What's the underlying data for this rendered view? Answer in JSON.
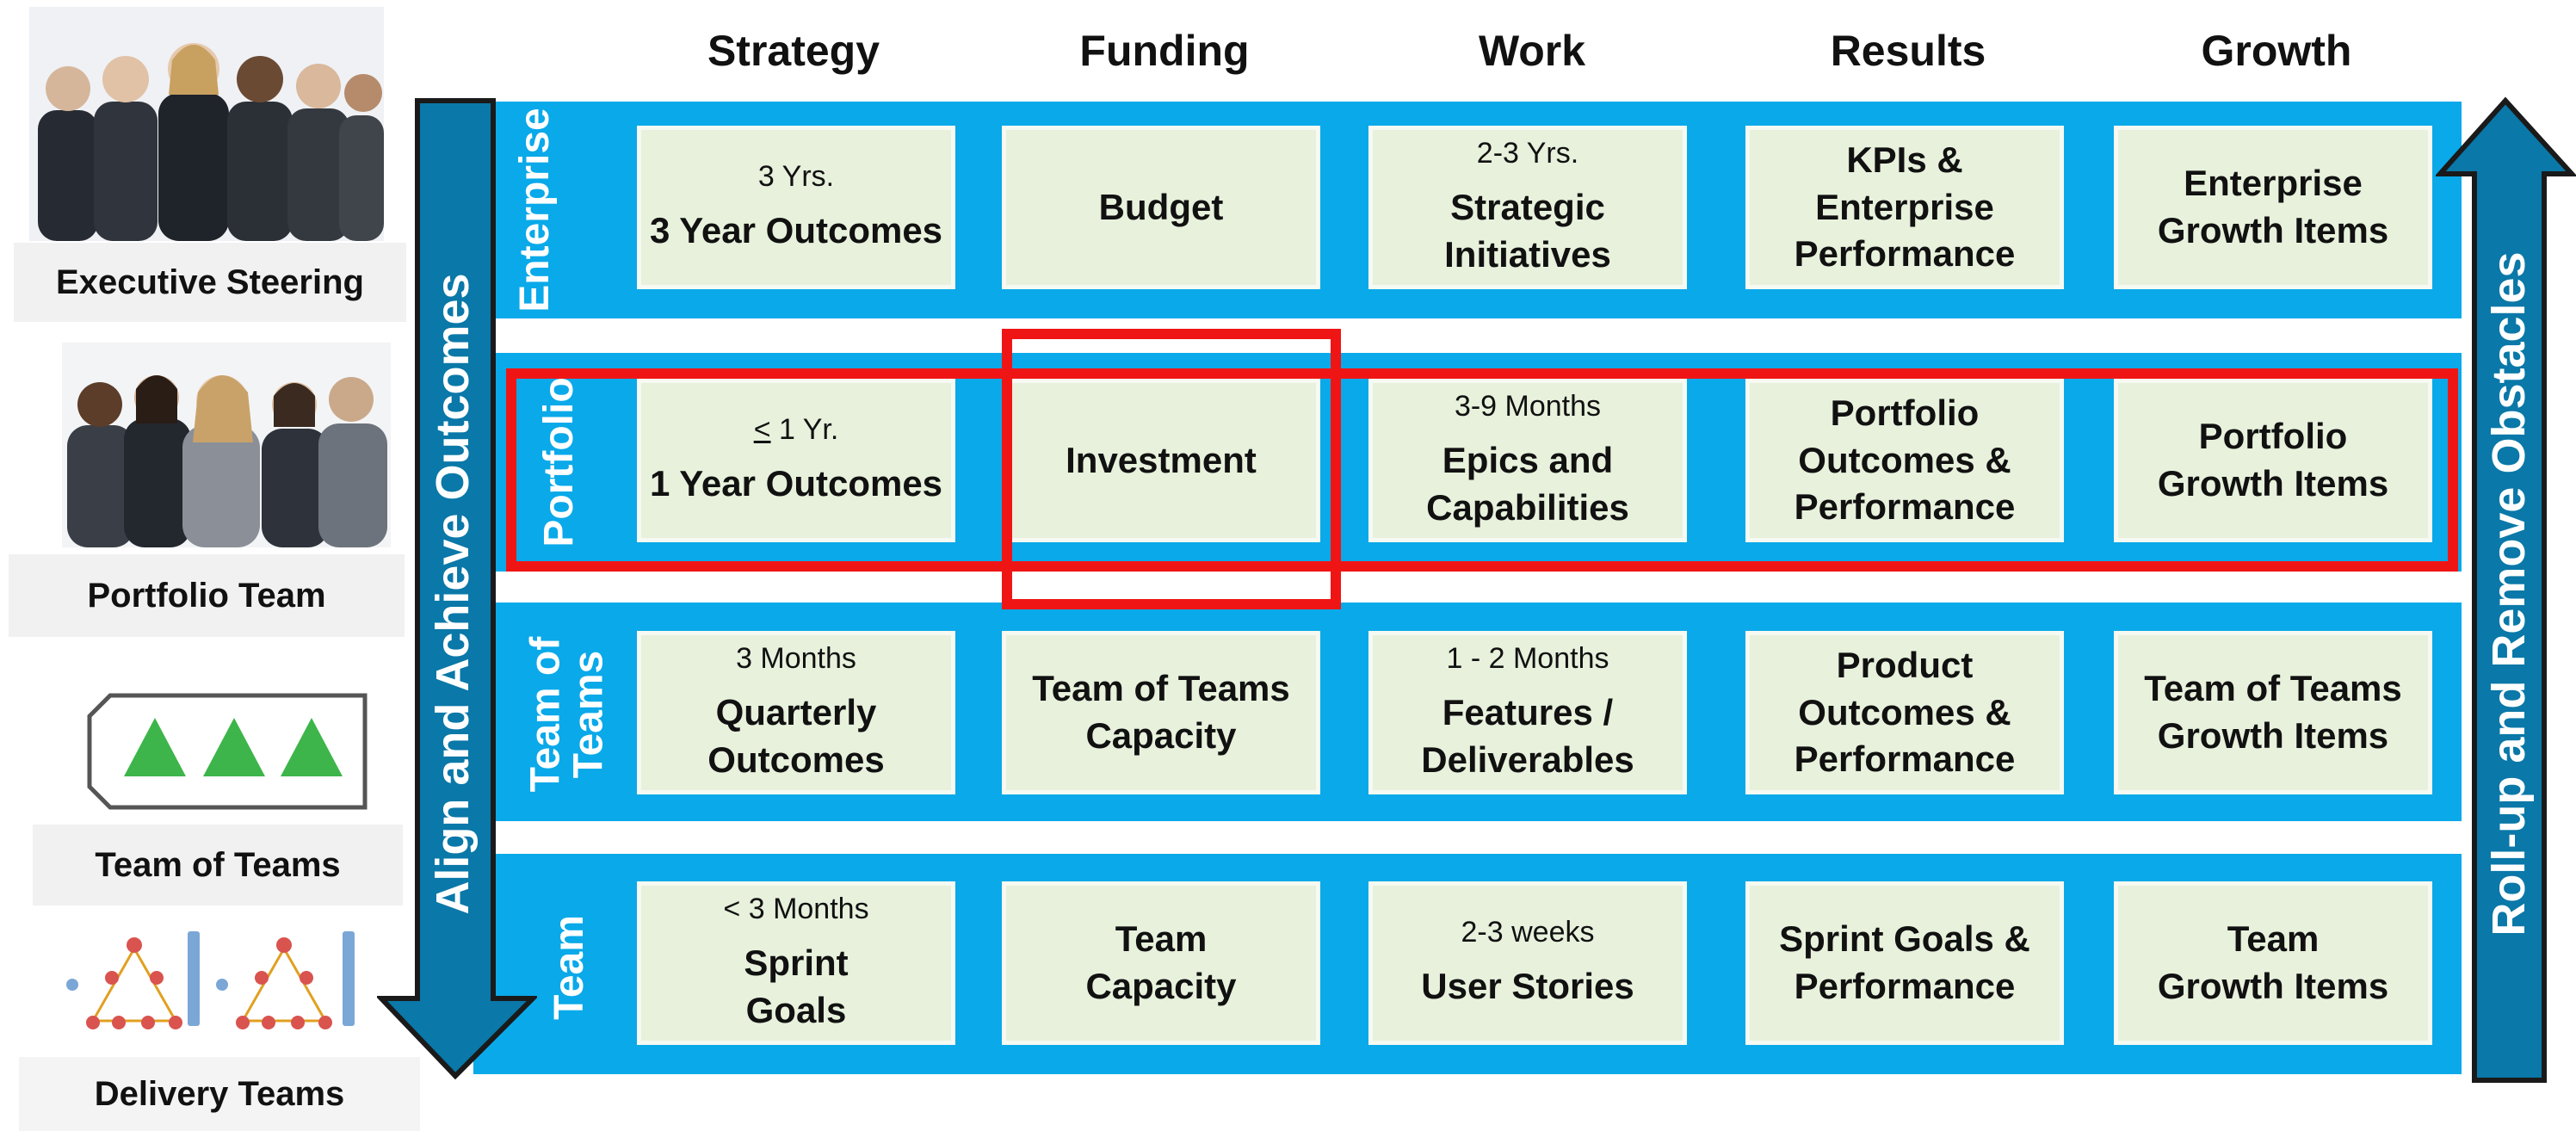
{
  "columns": [
    "Strategy",
    "Funding",
    "Work",
    "Results",
    "Growth"
  ],
  "rows": [
    {
      "label": "Enterprise",
      "cells": [
        {
          "sub": "3 Yrs.",
          "main": "3 Year Outcomes"
        },
        {
          "sub": "",
          "main": "Budget"
        },
        {
          "sub": "2-3 Yrs.",
          "main": "Strategic\nInitiatives"
        },
        {
          "sub": "",
          "main": "KPIs &\nEnterprise\nPerformance"
        },
        {
          "sub": "",
          "main": "Enterprise\nGrowth Items"
        }
      ]
    },
    {
      "label": "Portfolio",
      "cells": [
        {
          "sub_prefix": "<",
          "sub": " 1 Yr.",
          "main": "1 Year Outcomes"
        },
        {
          "sub": "",
          "main": "Investment"
        },
        {
          "sub": "3-9 Months",
          "main": "Epics and\nCapabilities"
        },
        {
          "sub": "",
          "main": "Portfolio\nOutcomes &\nPerformance"
        },
        {
          "sub": "",
          "main": "Portfolio\nGrowth Items"
        }
      ]
    },
    {
      "label": "Team of\nTeams",
      "cells": [
        {
          "sub": "3 Months",
          "main": "Quarterly\nOutcomes"
        },
        {
          "sub": "",
          "main": "Team of Teams\nCapacity"
        },
        {
          "sub": "1 - 2 Months",
          "main": "Features /\nDeliverables"
        },
        {
          "sub": "",
          "main": "Product\nOutcomes &\nPerformance"
        },
        {
          "sub": "",
          "main": "Team of Teams\nGrowth Items"
        }
      ]
    },
    {
      "label": "Team",
      "cells": [
        {
          "sub": "< 3 Months",
          "main": "Sprint\nGoals"
        },
        {
          "sub": "",
          "main": "Team\nCapacity"
        },
        {
          "sub": "2-3 weeks",
          "main": "User Stories"
        },
        {
          "sub": "",
          "main": "Sprint Goals &\nPerformance"
        },
        {
          "sub": "",
          "main": "Team\nGrowth Items"
        }
      ]
    }
  ],
  "roles": [
    "Executive Steering",
    "Portfolio Team",
    "Team of Teams",
    "Delivery Teams"
  ],
  "left_arrow_text": "Align and Achieve Outcomes",
  "right_arrow_text": "Roll-up and Remove Obstacles",
  "icons": {
    "executives": "business-group-photo-icon",
    "portfolio": "team-group-photo-icon",
    "team_of_teams": "three-triangles-icon",
    "delivery": "org-chart-icon"
  },
  "colors": {
    "band": "#0AA9E9",
    "cell": "#E7F1DC",
    "arrow": "#0A78A8",
    "highlight": "#F01515",
    "triangle": "#3DB54A"
  }
}
